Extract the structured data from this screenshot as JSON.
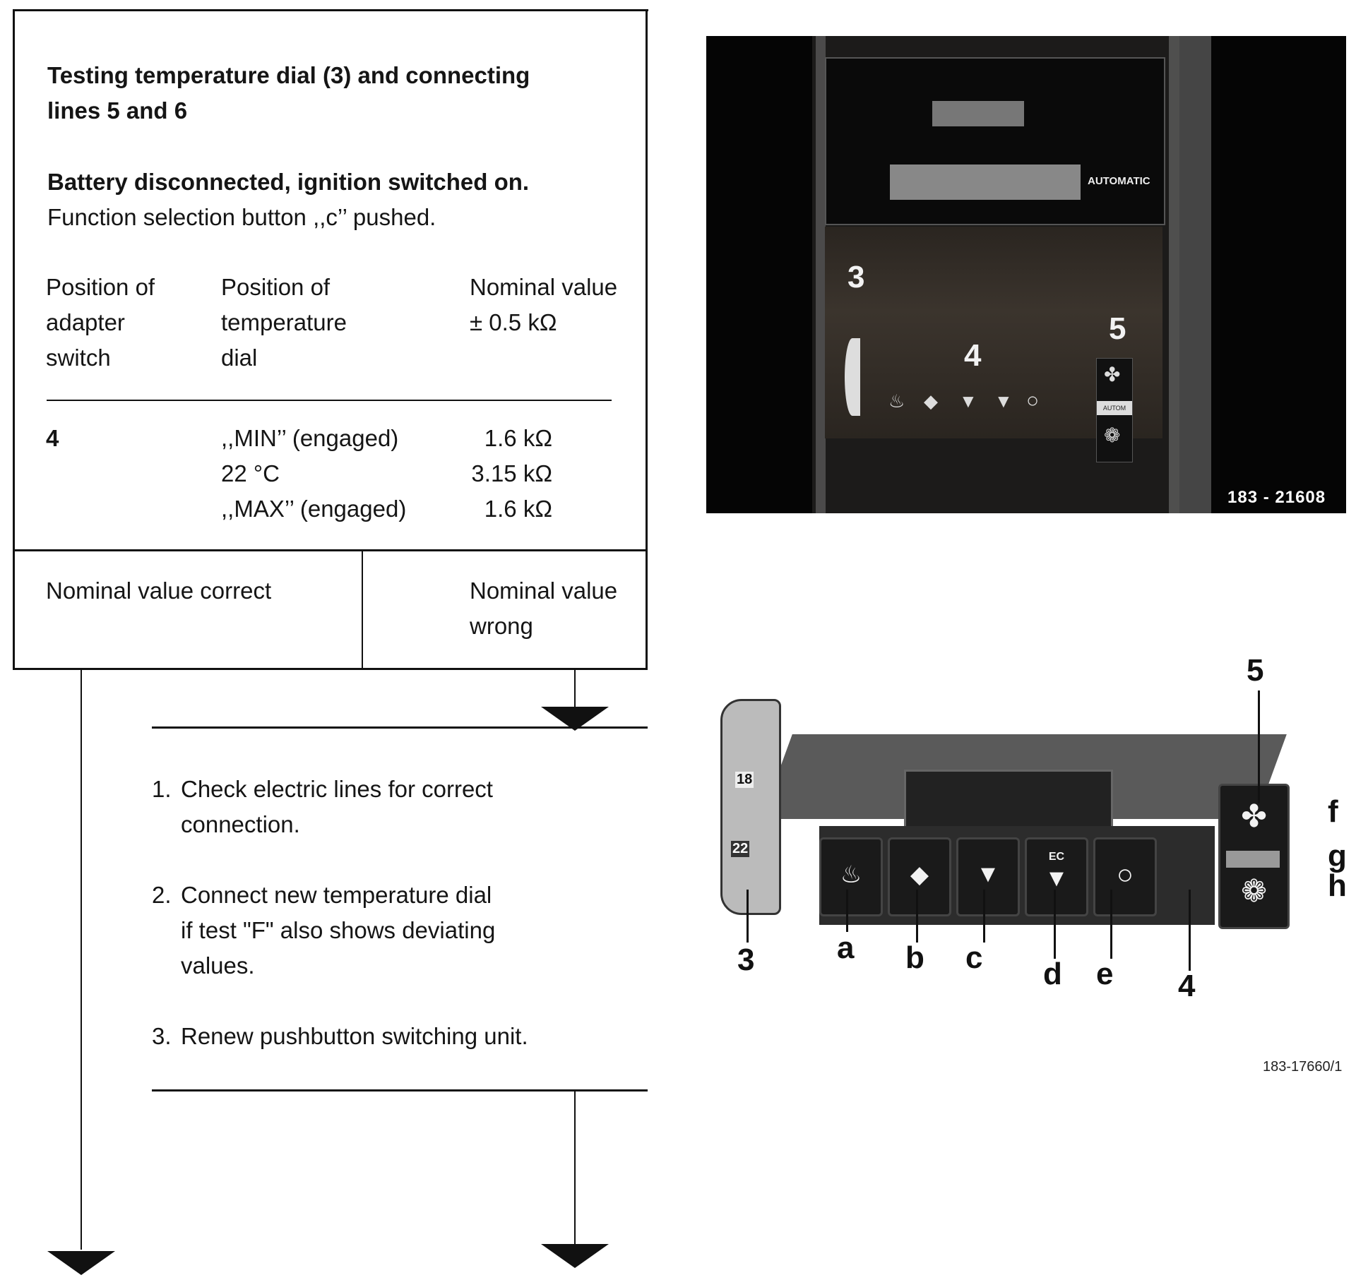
{
  "test_box": {
    "title_line1": "Testing temperature dial (3) and connecting",
    "title_line2": "lines 5 and 6",
    "condition_bold": "Battery disconnected, ignition switched on.",
    "condition_normal": "Function selection button ,,c’’ pushed.",
    "headers": {
      "col1": [
        "Position of",
        "adapter",
        "switch"
      ],
      "col2": [
        "Position of",
        "temperature",
        "dial"
      ],
      "col3": [
        "Nominal value",
        "± 0.5 kΩ"
      ]
    },
    "rows": [
      {
        "adapter_switch": "4",
        "dial_position": ",,MIN’’ (engaged)",
        "nominal_value": "1.6 kΩ"
      },
      {
        "adapter_switch": "",
        "dial_position": "22 °C",
        "nominal_value": "3.15 kΩ"
      },
      {
        "adapter_switch": "",
        "dial_position": ",,MAX’’ (engaged)",
        "nominal_value": "1.6 kΩ"
      }
    ]
  },
  "outcomes": {
    "correct": "Nominal value correct",
    "wrong_line1": "Nominal value",
    "wrong_line2": "wrong"
  },
  "remedy": {
    "steps": [
      {
        "num": "1.",
        "lines": [
          "Check electric lines for correct",
          "connection."
        ]
      },
      {
        "num": "2.",
        "lines": [
          "Connect new temperature dial",
          "if test \"F\"  also shows deviating",
          "values."
        ]
      },
      {
        "num": "3.",
        "lines": [
          "Renew pushbutton switching unit."
        ]
      }
    ]
  },
  "photo_top": {
    "caption": "183 - 21608",
    "callouts": [
      "3",
      "4",
      "5"
    ],
    "radio_label": "AUTOMATIC",
    "autom_label": "AUTOM"
  },
  "diagram_bottom": {
    "caption": "183-17660/1",
    "callouts": {
      "dial": "3",
      "unit": "4",
      "fan_unit": "5",
      "buttons": [
        "a",
        "b",
        "c",
        "d",
        "e"
      ],
      "fan_buttons": [
        "f",
        "g",
        "h"
      ]
    },
    "dial_marks": [
      "18",
      "22"
    ],
    "ec_label": "EC"
  }
}
